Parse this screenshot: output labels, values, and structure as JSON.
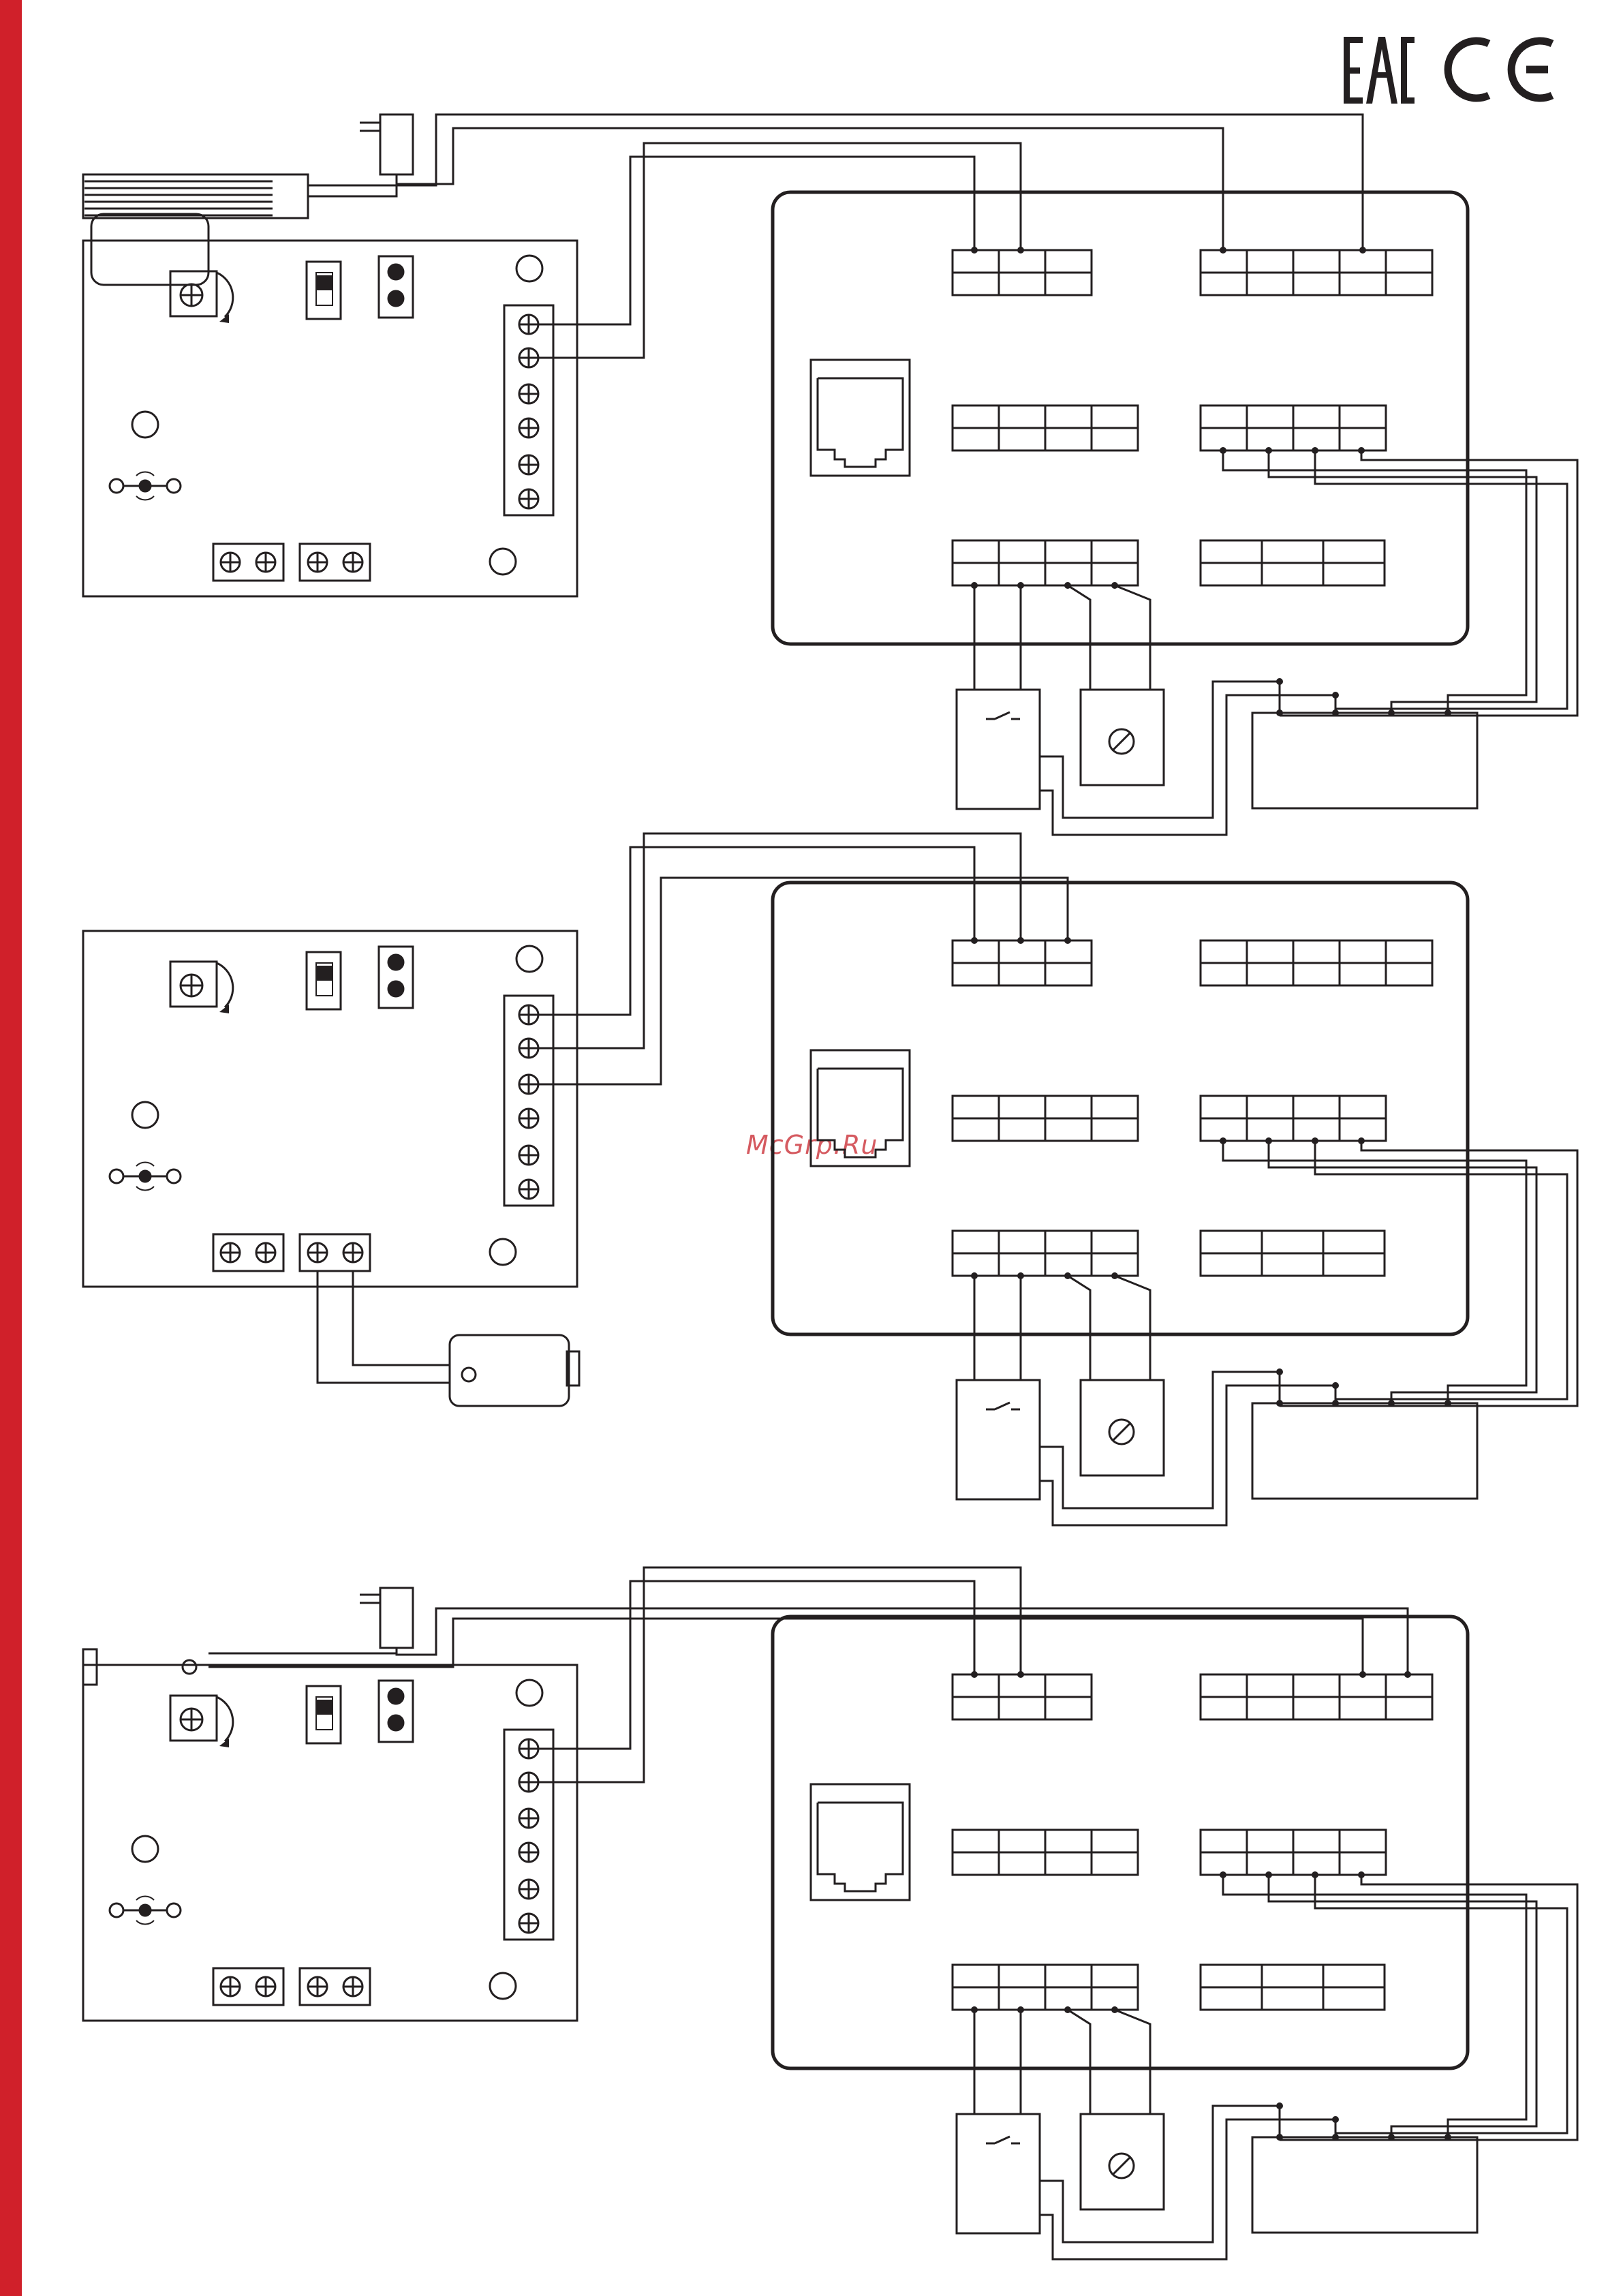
{
  "watermark": {
    "text": "McGrp.Ru"
  },
  "marks": {
    "eac": "EAC",
    "ce": "CE"
  },
  "colors": {
    "line": "#231f20",
    "accent_bar": "#d0202a",
    "background": "#ffffff"
  },
  "panels": [
    {
      "id": "top",
      "accessory": "card-reader",
      "lock": "none"
    },
    {
      "id": "middle",
      "accessory": "none",
      "lock": "electromagnetic-lock"
    },
    {
      "id": "bottom",
      "accessory": "camera",
      "lock": "none"
    }
  ]
}
